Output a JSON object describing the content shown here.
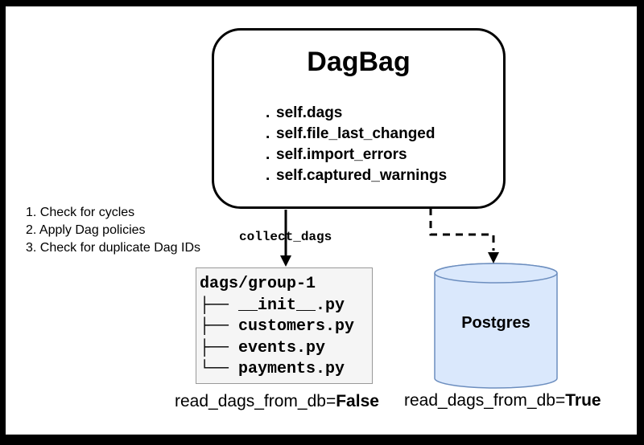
{
  "diagram": {
    "dagbag": {
      "title": "DagBag",
      "bullet": ".",
      "attributes": [
        "self.dags",
        "self.file_last_changed",
        "self.import_errors",
        "self.captured_warnings"
      ]
    },
    "checks": [
      "1. Check for cycles",
      "2. Apply Dag policies",
      "3. Check for duplicate Dag IDs"
    ],
    "collect_label": "collect_dags",
    "file_tree": {
      "header": "dags/group-1",
      "entries": [
        "├── __init__.py",
        "├── customers.py",
        "├── events.py",
        "└── payments.py"
      ]
    },
    "database": {
      "label": "Postgres"
    },
    "captions": {
      "left": {
        "prefix": "read_dags_from_db=",
        "value": "False"
      },
      "right": {
        "prefix": "read_dags_from_db=",
        "value": "True"
      }
    },
    "colors": {
      "db_fill": "#dae8fc",
      "db_stroke": "#6c8ebf",
      "file_box_fill": "#f5f5f5",
      "file_box_stroke": "#999999",
      "arrow": "#000000",
      "frame": "#000000"
    }
  }
}
